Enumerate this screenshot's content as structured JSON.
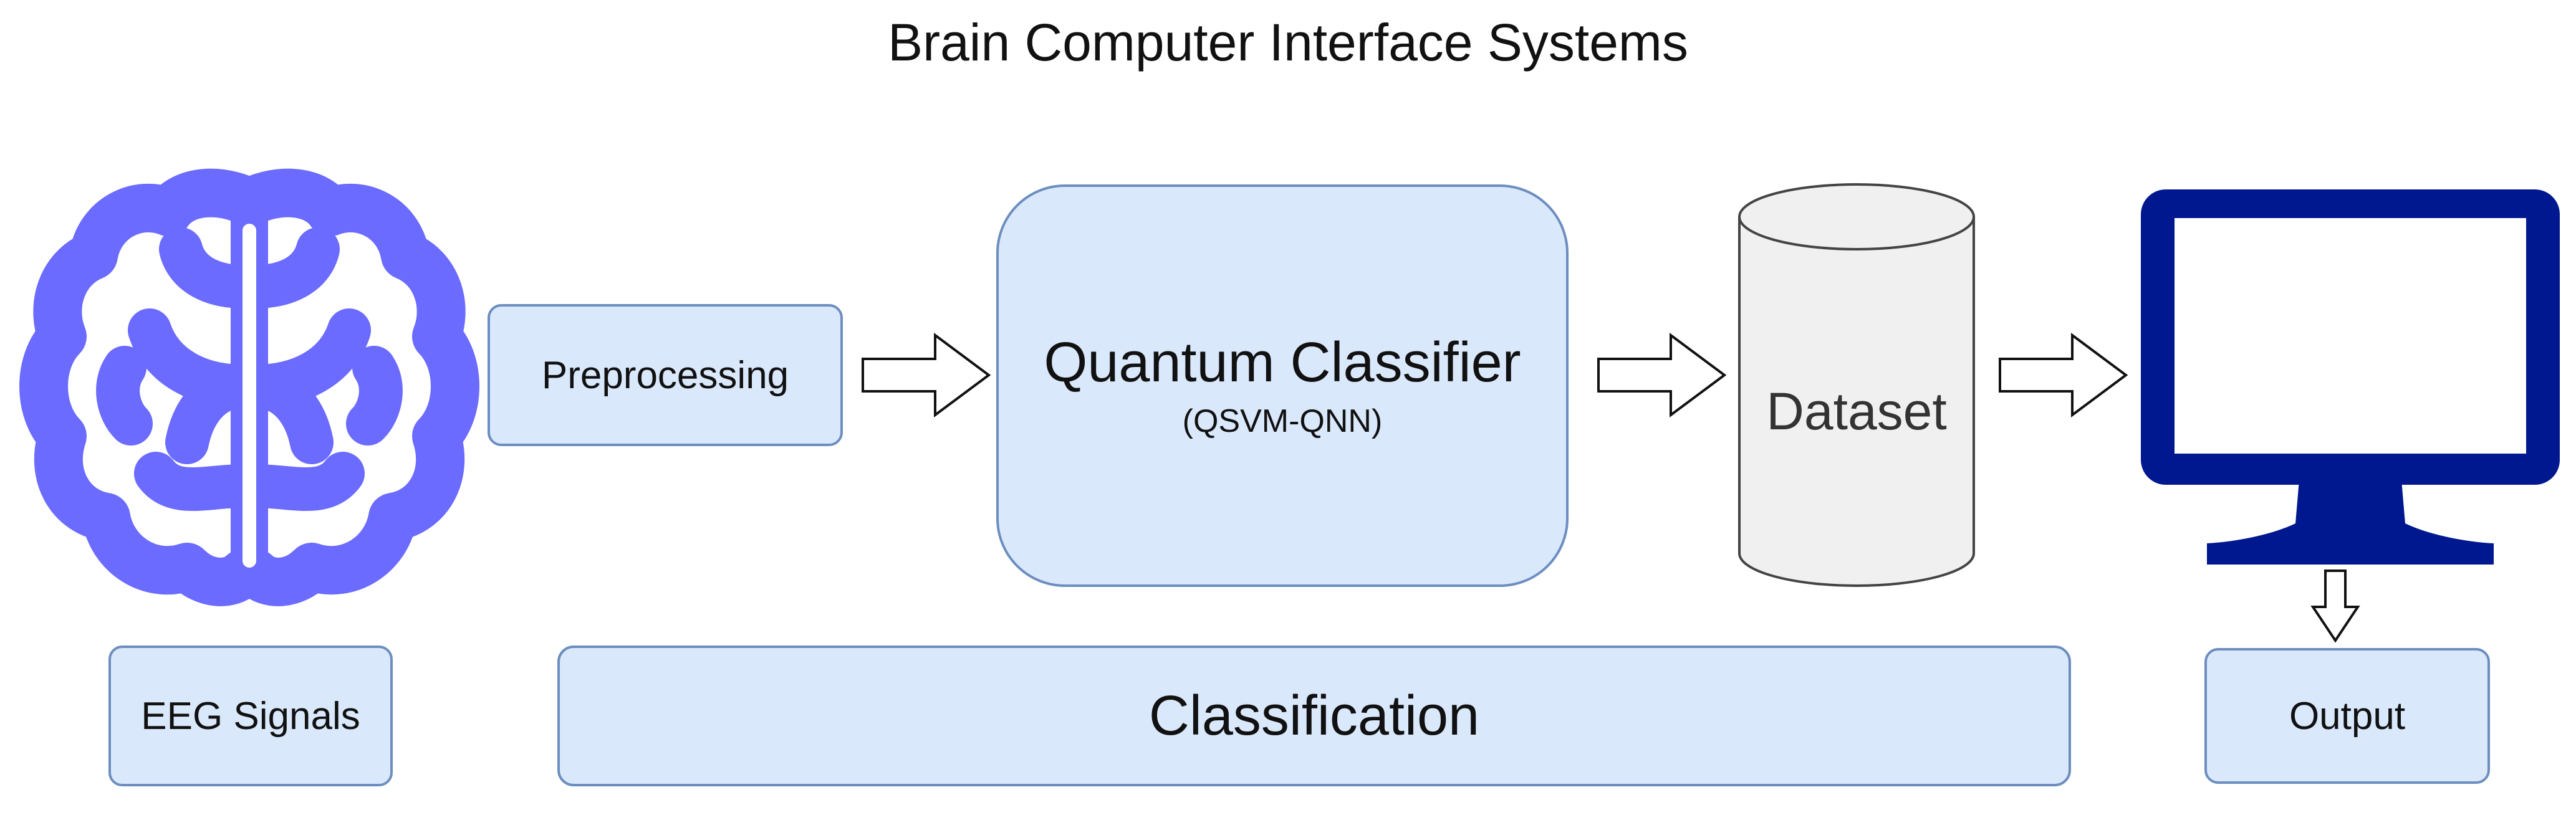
{
  "diagram": {
    "title": "Brain Computer Interface Systems",
    "nodes": {
      "preprocessing": "Preprocessing",
      "classifier_title": "Quantum Classifier",
      "classifier_subtitle": "(QSVM-QNN)",
      "dataset": "Dataset",
      "eeg_signals": "EEG Signals",
      "classification": "Classification",
      "output": "Output"
    },
    "icons": {
      "brain": "brain-icon",
      "monitor": "monitor-icon",
      "dataset": "database-cylinder-icon"
    },
    "colors": {
      "box_fill": "#dae8fc",
      "box_stroke": "#6c8ebf",
      "brain": "#6b6bff",
      "monitor": "#00188f",
      "cylinder_fill": "#f0f0f0",
      "cylinder_stroke": "#444444"
    }
  }
}
